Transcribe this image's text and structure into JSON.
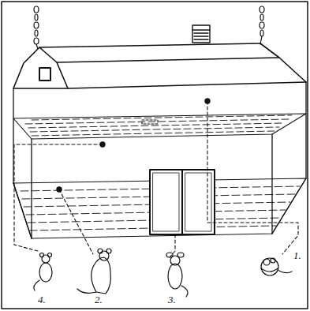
{
  "diagram": {
    "labels": [
      "4.",
      "2.",
      "3.",
      "1."
    ]
  }
}
